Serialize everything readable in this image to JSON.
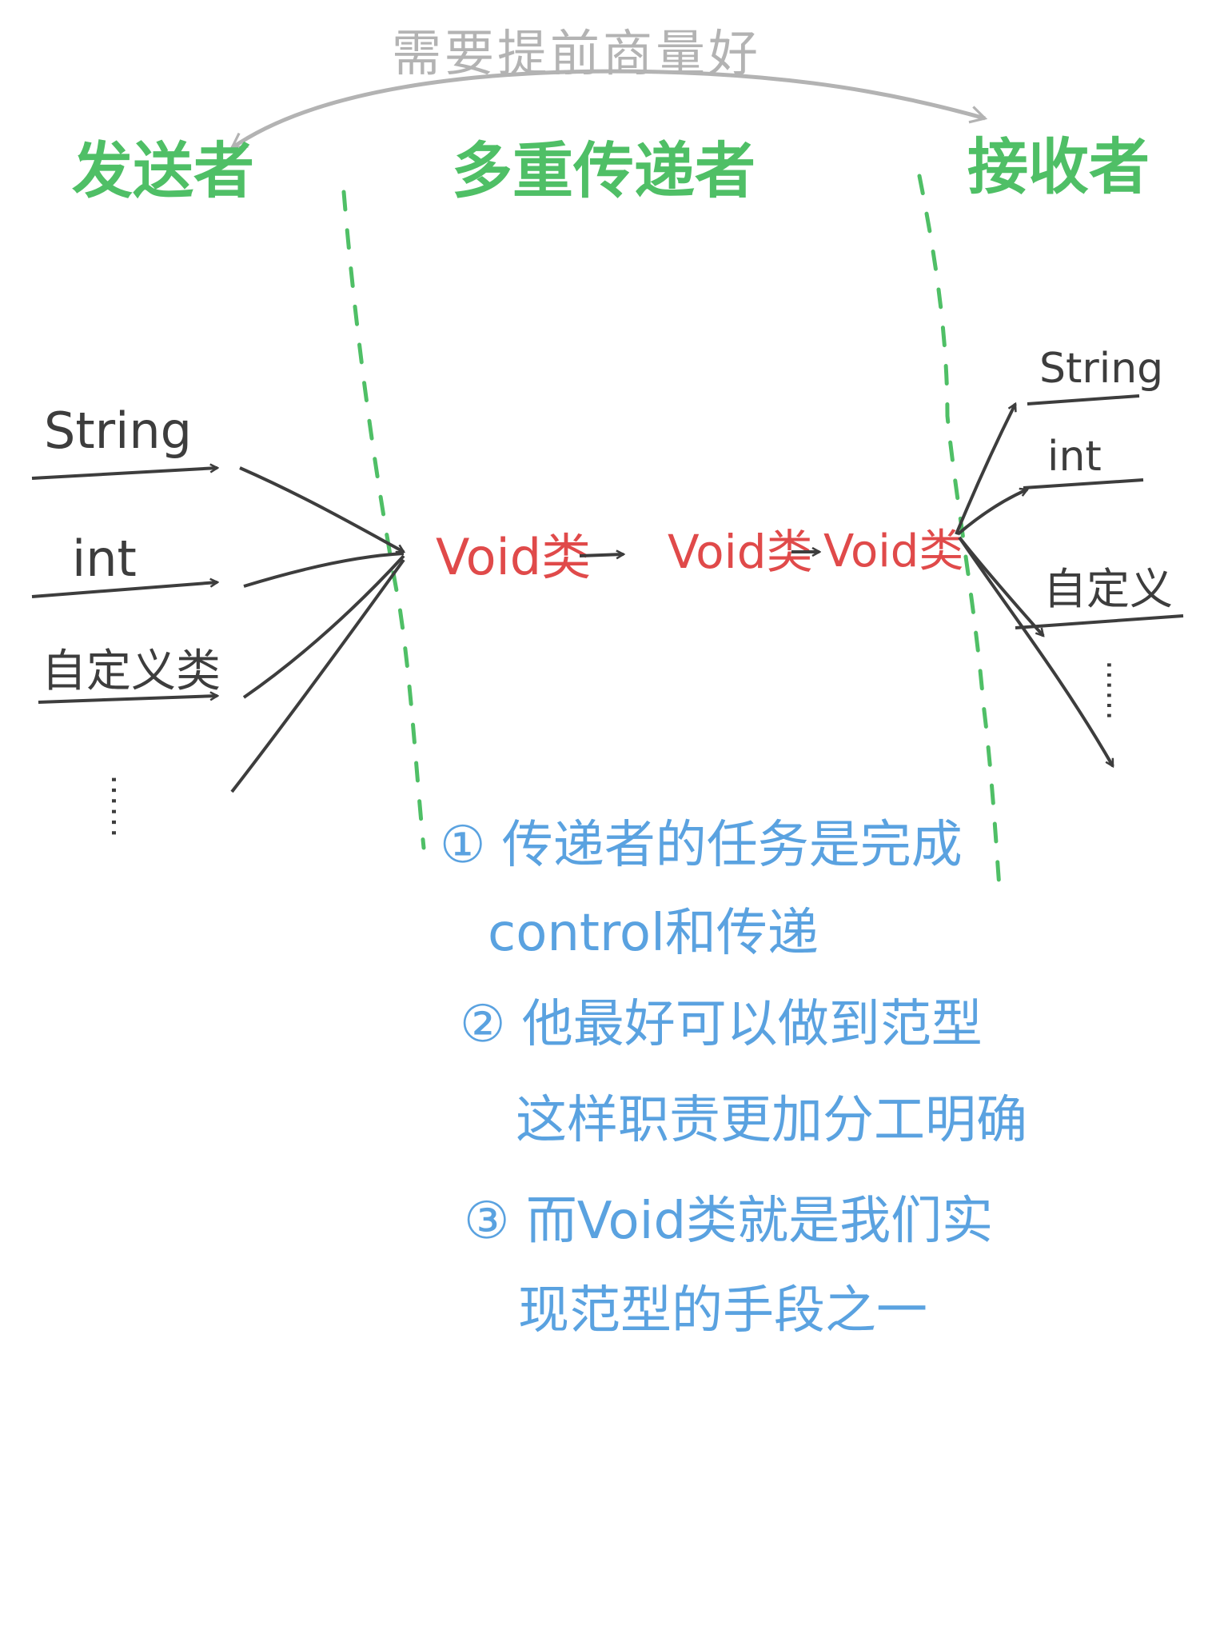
{
  "colors": {
    "green": "#4fbf66",
    "gray": "#b3b3b3",
    "dark": "#3d3d3d",
    "red": "#e04a4a",
    "blue": "#5aa2e0",
    "background": "#ffffff"
  },
  "top_note": "需要提前商量好",
  "columns": {
    "sender": "发送者",
    "middle": "多重传递者",
    "receiver": "接收者"
  },
  "sender_types": [
    "String",
    "int",
    "自定义类",
    "……"
  ],
  "receiver_types": [
    "String",
    "int",
    "自定义",
    "……"
  ],
  "chain": [
    "Void类",
    "Void类",
    "Void类"
  ],
  "notes": [
    "① 传递者的任务是完成",
    "control和传递",
    "② 他最好可以做到范型",
    "这样职责更加分工明确",
    "③ 而Void类就是我们实",
    "现范型的手段之一"
  ]
}
